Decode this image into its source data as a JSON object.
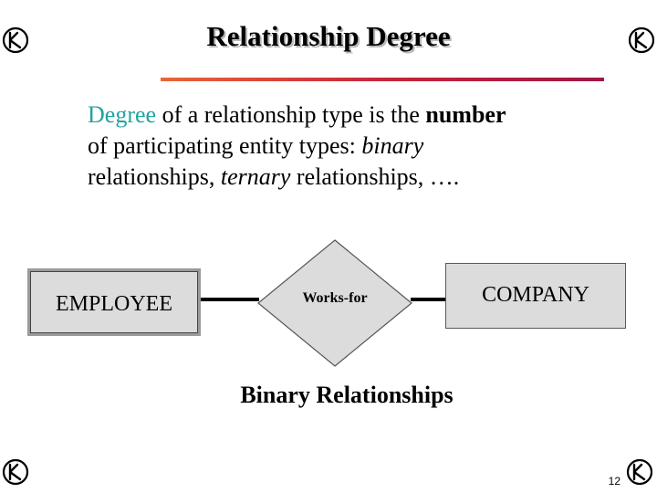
{
  "slide": {
    "title": "Relationship Degree",
    "page_number": "12",
    "bullet_icon": "slide-corner-glyph-icon",
    "accent_color": "#22a3a0",
    "rule_color": "#c9243a"
  },
  "body": {
    "t1": "Degree",
    "t2": " of a relationship type is the ",
    "t3": "number",
    "t4": " of participating entity types: ",
    "t5": "binary",
    "t6": " relationships, ",
    "t7": "ternary",
    "t8": " relationships, …."
  },
  "diagram": {
    "entity_left": "EMPLOYEE",
    "relationship": "Works-for",
    "entity_right": "COMPANY",
    "caption": "Binary Relationships"
  }
}
